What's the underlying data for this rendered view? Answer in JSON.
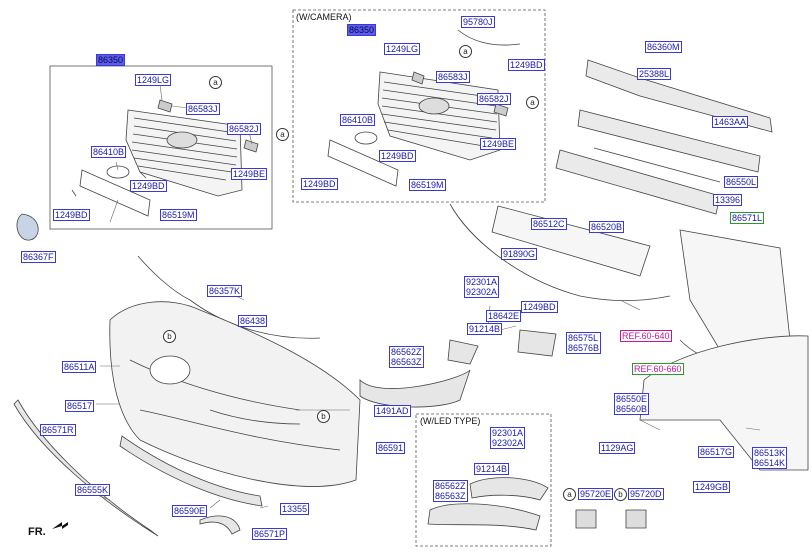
{
  "labels": {
    "p86350a": "86350",
    "p1249LGa": "1249LG",
    "p86583Ja": "86583J",
    "p86582Ja": "86582J",
    "p86410Ba": "86410B",
    "p1249BDa1": "1249BD",
    "p1249BEa": "1249BE",
    "p1249BDa2": "1249BD",
    "p86519Ma": "86519M",
    "p86367F": "86367F",
    "camera_title": "(W/CAMERA)",
    "p86350b": "86350",
    "p95780J": "95780J",
    "p1249LGb": "1249LG",
    "p1249BDb0": "1249BD",
    "p86583Jb": "86583J",
    "p86582Jb": "86582J",
    "p86410Bb": "86410B",
    "p1249BEb": "1249BE",
    "p1249BDb1": "1249BD",
    "p1249BDb2": "1249BD",
    "p86519Mb": "86519M",
    "p86360M": "86360M",
    "p25388L": "25388L",
    "p1463AA": "1463AA",
    "p86550L": "86550L",
    "p13396": "13396",
    "p86571L": "86571L",
    "p86520B": "86520B",
    "p86512C": "86512C",
    "p91890G": "91890G",
    "p86357K": "86357K",
    "p86438": "86438",
    "p86511A": "86511A",
    "p92301A": "92301A",
    "p92302A": "92302A",
    "p1249BDc": "1249BD",
    "p18642E": "18642E",
    "p91214B": "91214B",
    "p86575L": "86575L",
    "p86576B": "86576B",
    "ref640": "REF.60-640",
    "p86562Z": "86562Z",
    "p86563Z": "86563Z",
    "ref660": "REF.60-660",
    "p86517a": "86517",
    "p1491AD": "1491AD",
    "p86571R": "86571R",
    "p86591": "86591",
    "led_title": "(W/LED TYPE)",
    "p92301Ab": "92301A",
    "p92302Ab": "92302A",
    "p86550E": "86550E",
    "p86560B": "86560B",
    "p1129AG": "1129AG",
    "p91214Bb": "91214B",
    "p86517G": "86517G",
    "p86513K": "86513K",
    "p86514K": "86514K",
    "p86562Zb": "86562Z",
    "p86563Zb": "86563Z",
    "p1249GB": "1249GB",
    "p86555K": "86555K",
    "p86590E": "86590E",
    "p13355": "13355",
    "p86571P": "86571P",
    "p95720E": "95720E",
    "p95720D": "95720D",
    "front": "FR."
  },
  "callouts": {
    "a": "a",
    "b": "b"
  },
  "colors": {
    "label_text": "#1a1aa6",
    "label_border": "#3a3ad0",
    "highlight": "#5b5bf0",
    "ref": "#c0179a",
    "green": "#2a9a2a"
  }
}
